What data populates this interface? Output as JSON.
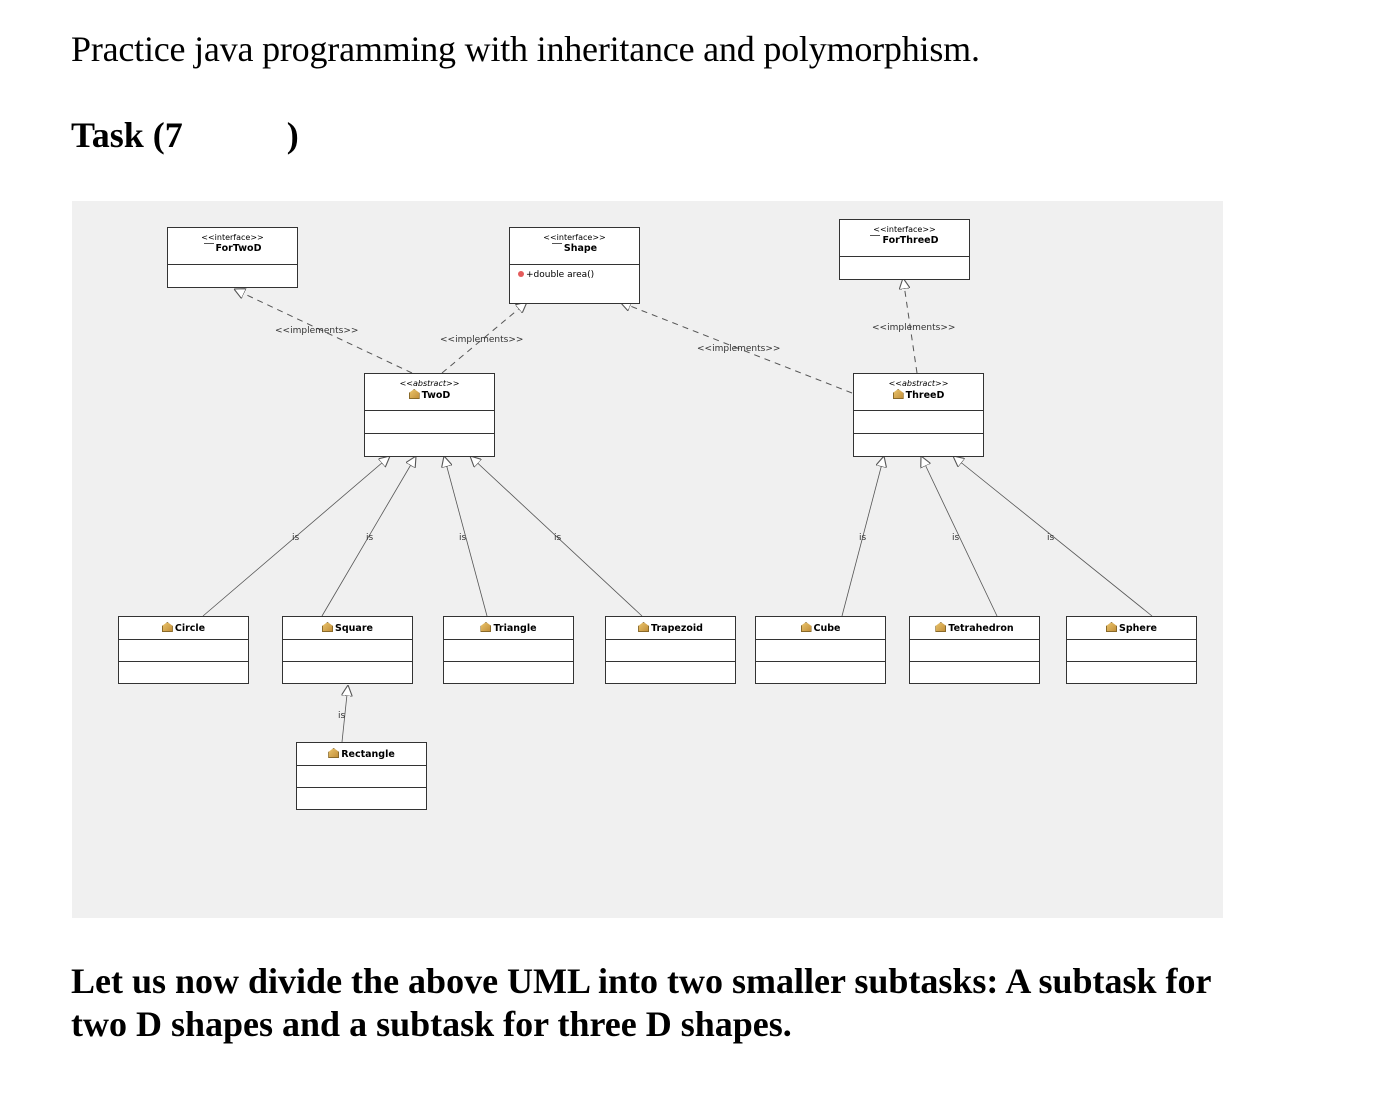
{
  "intro": "Practice java programming with inheritance and polymorphism.",
  "task_prefix": "Task (7",
  "task_suffix": ")",
  "uml": {
    "interfaces": [
      {
        "stereotype": "<<interface>>",
        "name": "ForTwoD"
      },
      {
        "stereotype": "<<interface>>",
        "name": "Shape",
        "method": "+double area()"
      },
      {
        "stereotype": "<<interface>>",
        "name": "ForThreeD"
      }
    ],
    "abstracts": [
      {
        "stereotype": "<<abstract>>",
        "name": "TwoD"
      },
      {
        "stereotype": "<<abstract>>",
        "name": "ThreeD"
      }
    ],
    "classes": [
      "Circle",
      "Square",
      "Triangle",
      "Trapezoid",
      "Cube",
      "Tetrahedron",
      "Sphere",
      "Rectangle"
    ],
    "implements_label": "<<implements>>",
    "is_label": "is"
  },
  "bottom": "Let us now divide the above UML into two smaller subtasks: A subtask for two D shapes and a subtask for three D shapes."
}
